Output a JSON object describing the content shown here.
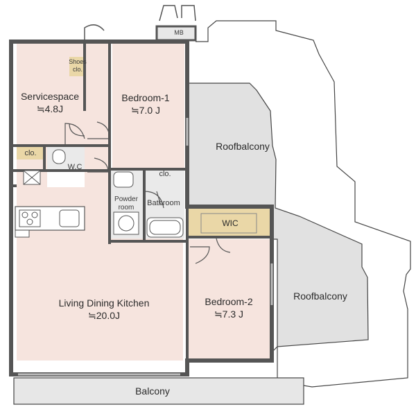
{
  "colors": {
    "room_fill": "#f6e4de",
    "wet_fill": "#eaeaea",
    "balcony_fill": "#e7e7e7",
    "roof_fill": "#e1e1e1",
    "closet_fill": "#ead7a7",
    "wall": "#555555",
    "outline": "#444444"
  },
  "labels": {
    "mb": "MB",
    "shoes_line1": "Shoes",
    "shoes_line2": "clo.",
    "service_space": "Servicespace",
    "service_space_size": "≒4.8J",
    "bedroom1": "Bedroom-1",
    "bedroom1_size": "≒7.0 J",
    "roof_balcony_1": "Roofbalcony",
    "clo_left": "clo.",
    "wc": "W.C",
    "clo_mid": "clo.",
    "powder_line1": "Powder",
    "powder_line2": "room",
    "bathroom": "Bathroom",
    "wic": "WIC",
    "ldk": "Living Dining Kitchen",
    "ldk_size": "≒20.0J",
    "bedroom2": "Bedroom-2",
    "bedroom2_size": "≒7.3 J",
    "roof_balcony_2": "Roofbalcony",
    "balcony": "Balcony"
  }
}
